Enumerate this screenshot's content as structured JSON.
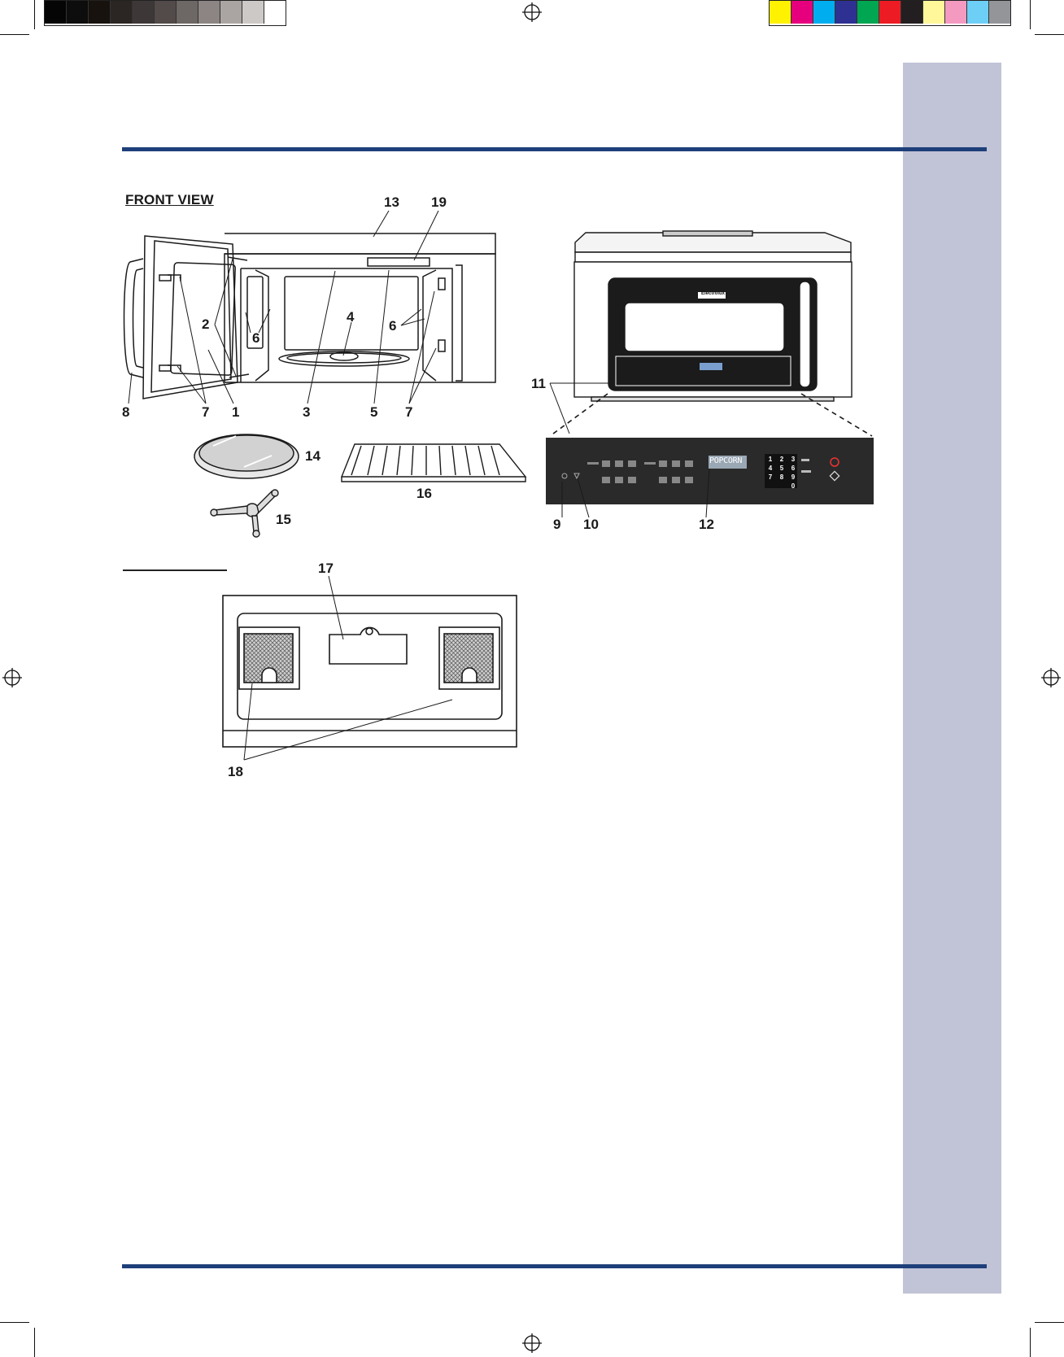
{
  "print_marks": {
    "grayscale_swatches": [
      "#050505",
      "#0d0d0d",
      "#17120d",
      "#2b2624",
      "#3d3837",
      "#524b4a",
      "#6d6766",
      "#8d8584",
      "#aaa5a3",
      "#cdc9c7",
      "#ffffff"
    ],
    "color_swatches": [
      "#fff200",
      "#e6007e",
      "#00aeef",
      "#2e3192",
      "#00a651",
      "#ed1c24",
      "#231f20",
      "#fff799",
      "#f49ac1",
      "#6dcff6",
      "#939598"
    ]
  },
  "colors": {
    "accent_rule": "#1e3f7a",
    "side_tab": "#c1c3d6"
  },
  "section": {
    "heading": "FRONT VIEW"
  },
  "callouts": {
    "c1": "1",
    "c2": "2",
    "c3": "3",
    "c4": "4",
    "c5": "5",
    "c6a": "6",
    "c6b": "6",
    "c7a": "7",
    "c7b": "7",
    "c8": "8",
    "c9": "9",
    "c10": "10",
    "c11": "11",
    "c12": "12",
    "c13": "13",
    "c14": "14",
    "c15": "15",
    "c16": "16",
    "c17": "17",
    "c18": "18",
    "c19": "19"
  },
  "appliance": {
    "brand": "Electrolux",
    "display_text": "POPCORN",
    "keypad": [
      "1",
      "2",
      "3",
      "4",
      "5",
      "6",
      "7",
      "8",
      "9",
      "0"
    ]
  }
}
